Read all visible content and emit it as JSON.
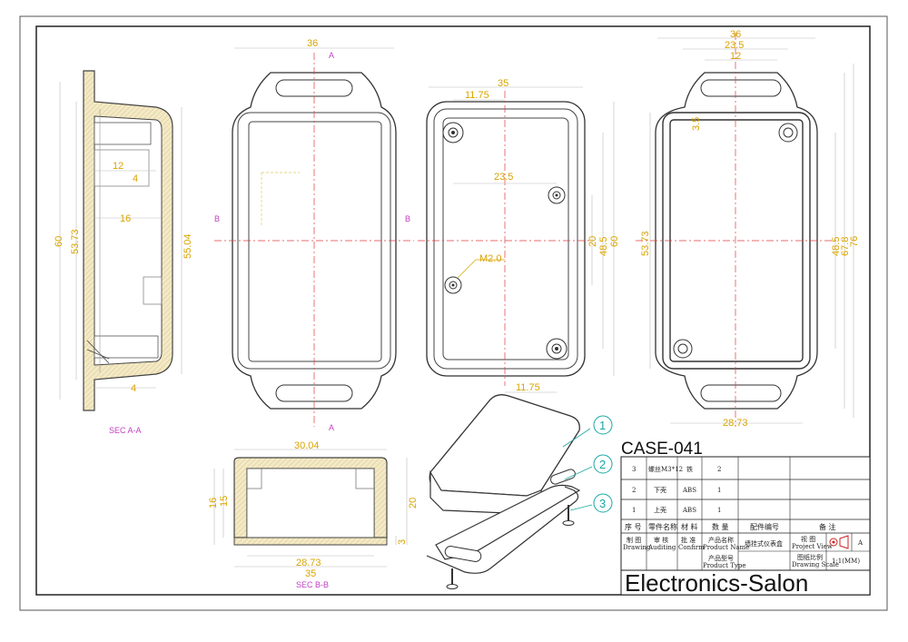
{
  "title_block": {
    "model": "CASE-041",
    "brand": "Electronics-Salon",
    "parts_rows": [
      {
        "no": "3",
        "name": "螺丝M3*12",
        "material": "铁",
        "qty": "2"
      },
      {
        "no": "2",
        "name": "下壳",
        "material": "ABS",
        "qty": "1"
      },
      {
        "no": "1",
        "name": "上壳",
        "material": "ABS",
        "qty": "1"
      }
    ],
    "header": {
      "no": "序 号",
      "name": "零件名称",
      "material": "材 料",
      "qty": "数 量",
      "code": "配件编号",
      "remark": "备 注"
    },
    "info": {
      "draw": "制 图",
      "draw_en": "Drawing",
      "audit": "审 核",
      "audit_en": "Auditing",
      "confirm": "批 准",
      "confirm_en": "Confirm",
      "pname": "产品名称",
      "pname_en": "Product Name",
      "pname_val": "墙挂式仪表盒",
      "ptype": "产品型号",
      "ptype_en": "Product Type",
      "view": "视 图",
      "view_en": "Project View",
      "view_val": "A",
      "scale": "图纸比例",
      "scale_en": "Drawing Scale",
      "scale_val": "1:1(MM)"
    }
  },
  "callouts": [
    "1",
    "2",
    "3"
  ],
  "section_labels": {
    "aa": "SEC A-A",
    "bb": "SEC B-B"
  },
  "markers": {
    "a": "A",
    "b": "B"
  },
  "dims": {
    "sec_aa": {
      "h60": "60",
      "h53": "53.73",
      "h55": "55.04",
      "w12": "12",
      "w4a": "4",
      "w16": "16",
      "w4b": "4"
    },
    "top": {
      "w36": "36"
    },
    "inner": {
      "w35": "35",
      "w1175a": "11.75",
      "w235": "23.5",
      "h20": "20",
      "h485": "48.5",
      "h60": "60",
      "w1175b": "11.75",
      "hole": "M2.0"
    },
    "bottom": {
      "w36": "36",
      "w235": "23.5",
      "w12": "12",
      "h35": "3.5",
      "h5373": "53.73",
      "h485": "48.5",
      "h678": "67.8",
      "h76": "76",
      "w2873": "28.73"
    },
    "sec_bb": {
      "w3004": "30.04",
      "h16": "16",
      "h15": "15",
      "h20": "20",
      "h3": "3",
      "w2873": "28.73",
      "w35": "35"
    }
  }
}
